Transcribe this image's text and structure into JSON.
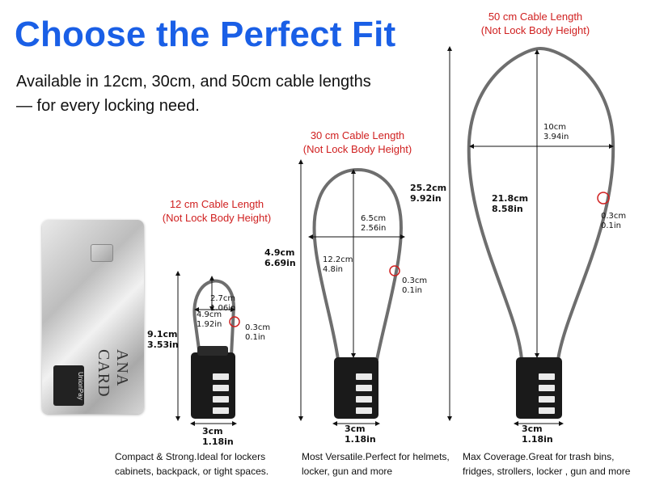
{
  "header": {
    "title": "Choose the Perfect Fit",
    "subtitle": "Available in 12cm, 30cm, and 50cm cable lengths — for every locking need."
  },
  "card": {
    "brand_text": "ANA CARD",
    "network_text": "UnionPay"
  },
  "colors": {
    "title_blue": "#1a5fe6",
    "label_red": "#d02020",
    "cable_gray": "#6e6e6e",
    "lock_black": "#1a1a1a"
  },
  "locks": [
    {
      "cable_label": "12 cm Cable Length",
      "cable_note": "(Not Lock Body Height)",
      "total_height_cm": "9.1cm",
      "total_height_in": "3.53in",
      "loop_height_cm": "4.9cm",
      "loop_height_in": "1.92in",
      "loop_width_cm": "2.7cm",
      "loop_width_in": "1.06in",
      "cable_diameter_cm": "0.3cm",
      "cable_diameter_in": "0.1in",
      "body_width_cm": "3cm",
      "body_width_in": "1.18in",
      "caption": "Compact & Strong.Ideal for lockers cabinets, backpack, or tight spaces."
    },
    {
      "cable_label": "30 cm Cable Length",
      "cable_note": "(Not Lock Body Height)",
      "total_height_cm": "4.9cm",
      "total_height_in": "6.69in",
      "loop_height_cm": "12.2cm",
      "loop_height_in": "4.8in",
      "loop_width_cm": "6.5cm",
      "loop_width_in": "2.56in",
      "cable_diameter_cm": "0.3cm",
      "cable_diameter_in": "0.1in",
      "body_width_cm": "3cm",
      "body_width_in": "1.18in",
      "side_height_cm": "25.2cm",
      "side_height_in": "9.92in",
      "caption": "Most Versatile.Perfect for helmets,  locker, gun and more"
    },
    {
      "cable_label": "50 cm Cable Length",
      "cable_note": "(Not Lock Body Height)",
      "loop_height_cm": "21.8cm",
      "loop_height_in": "8.58in",
      "loop_width_cm": "10cm",
      "loop_width_in": "3.94in",
      "cable_diameter_cm": "0.3cm",
      "cable_diameter_in": "0.1in",
      "body_width_cm": "3cm",
      "body_width_in": "1.18in",
      "caption": "Max Coverage.Great for trash bins, fridges, strollers, locker , gun and more"
    }
  ]
}
